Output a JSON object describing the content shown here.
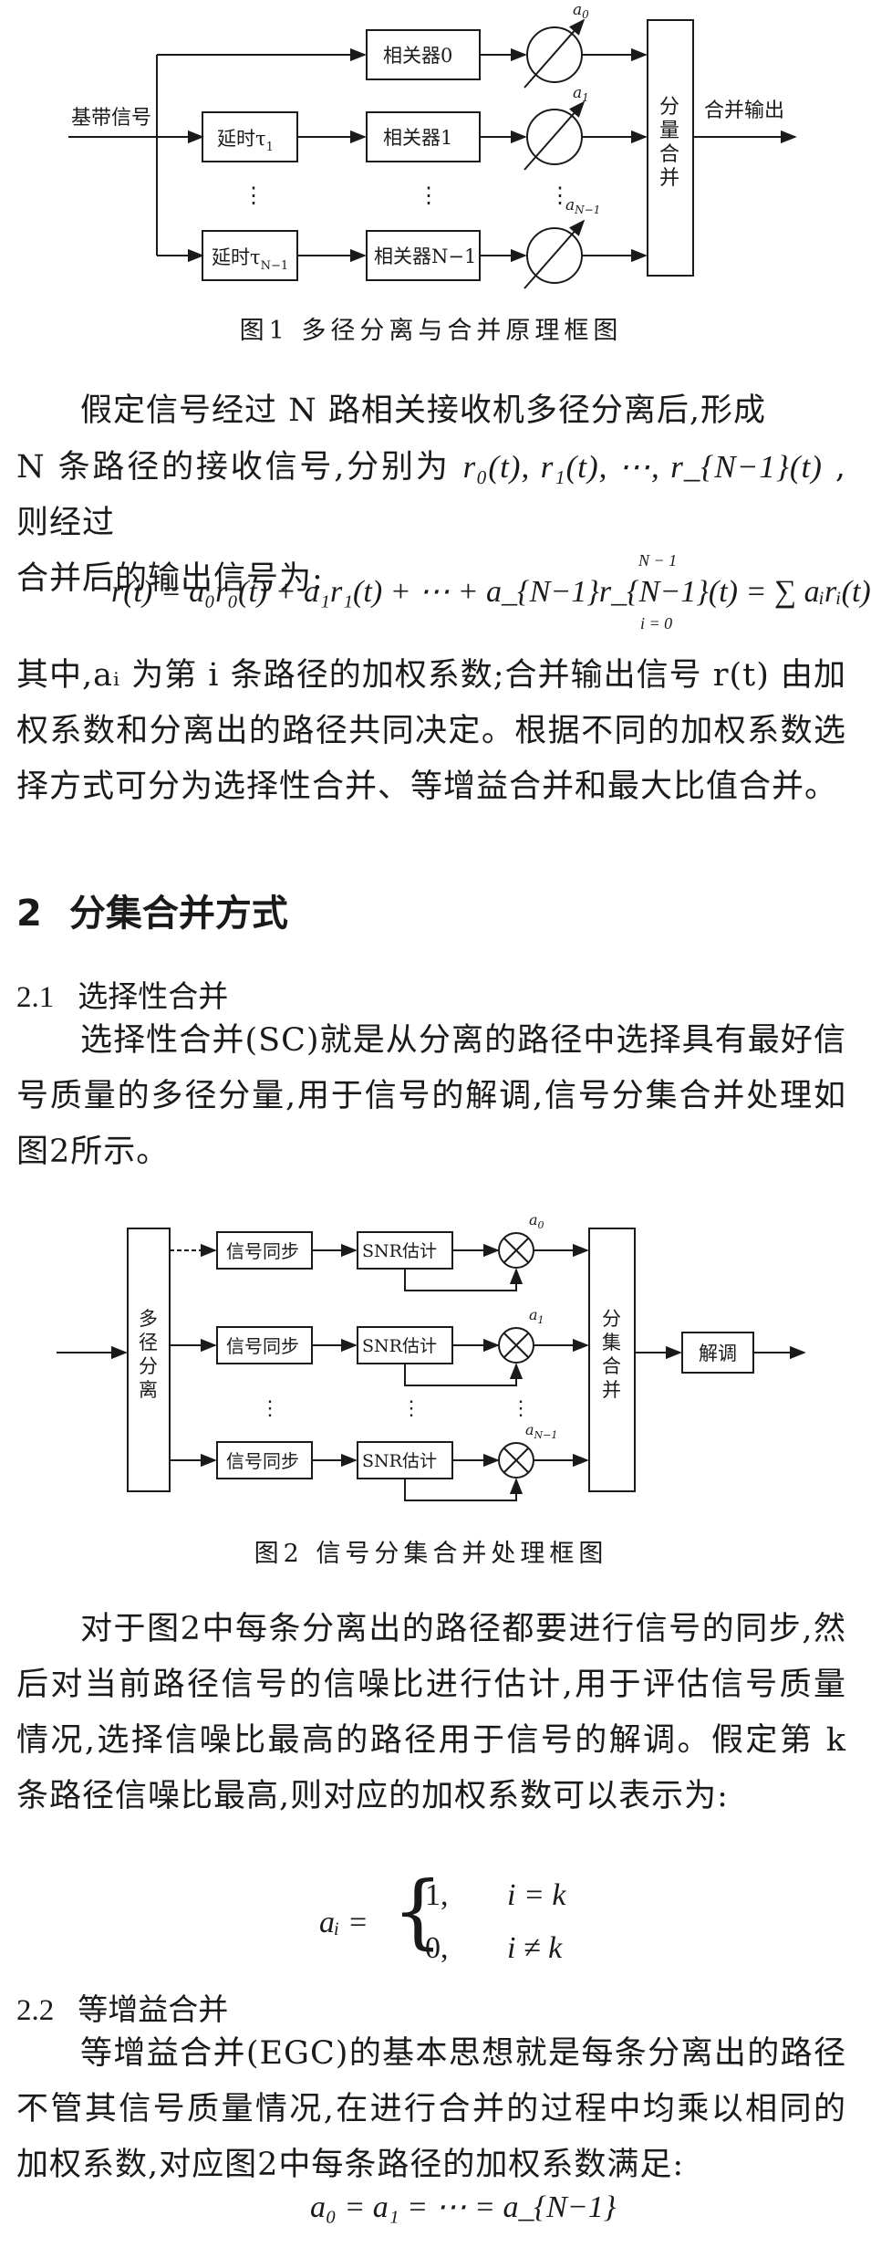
{
  "figure1": {
    "input_label": "基带信号",
    "output_label": "合并输出",
    "delay1": "延时τ",
    "delay1_sub": "1",
    "delayN": "延时τ",
    "delayN_sub": "N−1",
    "corr0": "相关器0",
    "corr1": "相关器1",
    "corrN": "相关器N−1",
    "a0": "a",
    "a0_sub": "0",
    "a1": "a",
    "a1_sub": "1",
    "aN": "a",
    "aN_sub": "N−1",
    "combiner": [
      "分",
      "量",
      "合",
      "并"
    ],
    "dots": "⋮",
    "caption": "图1   多径分离与合并原理框图"
  },
  "para1": {
    "line1": "假定信号经过 N 路相关接收机多径分离后,形成",
    "line2a": "N 条路径的接收信号,分别为 ",
    "line2_math": "r₀(t), r₁(t), ⋯, r_{N−1}(t)",
    "line2b": " ,则经过",
    "line3": "合并后的输出信号为:"
  },
  "eq1": {
    "lhs": "r(t) = a₀r₀(t) + a₁r₁(t) + ⋯ + a_{N−1}r_{N−1}(t) = ∑ aᵢrᵢ(t)",
    "sum_top": "N − 1",
    "sum_bottom": "i = 0"
  },
  "para2": {
    "text": "其中,aᵢ 为第 i 条路径的加权系数;合并输出信号 r(t) 由加权系数和分离出的路径共同决定。根据不同的加权系数选择方式可分为选择性合并、等增益合并和最大比值合并。"
  },
  "section2": {
    "number": "2",
    "title": "分集合并方式"
  },
  "section21": {
    "number": "2.1",
    "title": "选择性合并"
  },
  "para3": {
    "text": "选择性合并(SC)就是从分离的路径中选择具有最好信号质量的多径分量,用于信号的解调,信号分集合并处理如图2所示。"
  },
  "figure2": {
    "split": [
      "多",
      "径",
      "分",
      "离"
    ],
    "sync": "信号同步",
    "snr": "SNR估计",
    "combine": [
      "分",
      "集",
      "合",
      "并"
    ],
    "demod": "解调",
    "a0": "a",
    "a0_sub": "0",
    "a1": "a",
    "a1_sub": "1",
    "aN": "a",
    "aN_sub": "N−1",
    "dots": "⋮",
    "caption": "图2   信号分集合并处理框图"
  },
  "para4": {
    "text": "对于图2中每条分离出的路径都要进行信号的同步,然后对当前路径信号的信噪比进行估计,用于评估信号质量情况,选择信噪比最高的路径用于信号的解调。假定第 k 条路径信噪比最高,则对应的加权系数可以表示为:"
  },
  "eq2": {
    "lhs": "aᵢ =",
    "case1_val": "1,",
    "case1_cond": "i = k",
    "case2_val": "0,",
    "case2_cond": "i ≠ k"
  },
  "section22": {
    "number": "2.2",
    "title": "等增益合并"
  },
  "para5": {
    "text": "等增益合并(EGC)的基本思想就是每条分离出的路径不管其信号质量情况,在进行合并的过程中均乘以相同的加权系数,对应图2中每条路径的加权系数满足:"
  },
  "eq3": {
    "text": "a₀ = a₁ = ⋯ = a_{N−1}"
  }
}
